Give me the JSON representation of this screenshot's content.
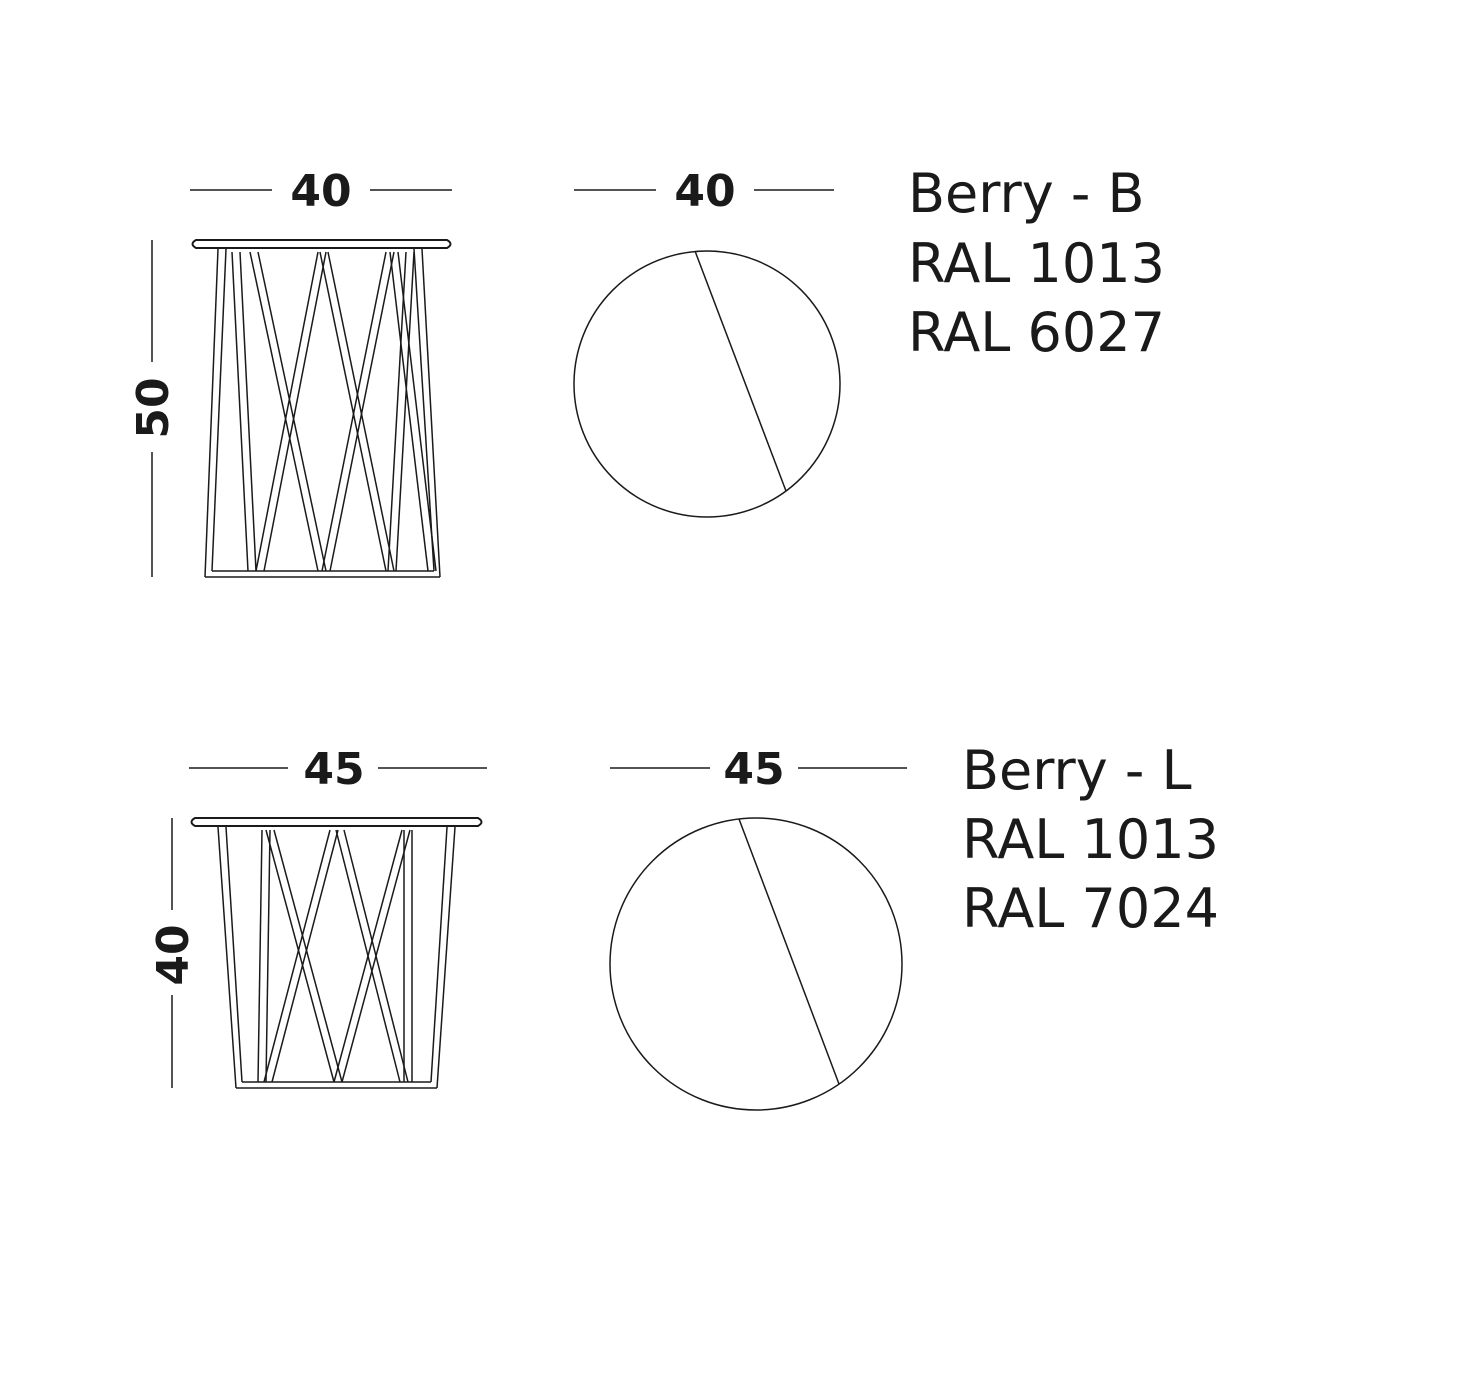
{
  "colors": {
    "ink": "#1a1a1a",
    "background": "#ffffff"
  },
  "products": [
    {
      "name": "Berry - B",
      "colors": [
        "RAL 1013",
        "RAL 6027"
      ],
      "side_width": "40",
      "top_diameter": "40",
      "height": "50"
    },
    {
      "name": "Berry - L",
      "colors": [
        "RAL 1013",
        "RAL 7024"
      ],
      "side_width": "45",
      "top_diameter": "45",
      "height": "40"
    }
  ]
}
